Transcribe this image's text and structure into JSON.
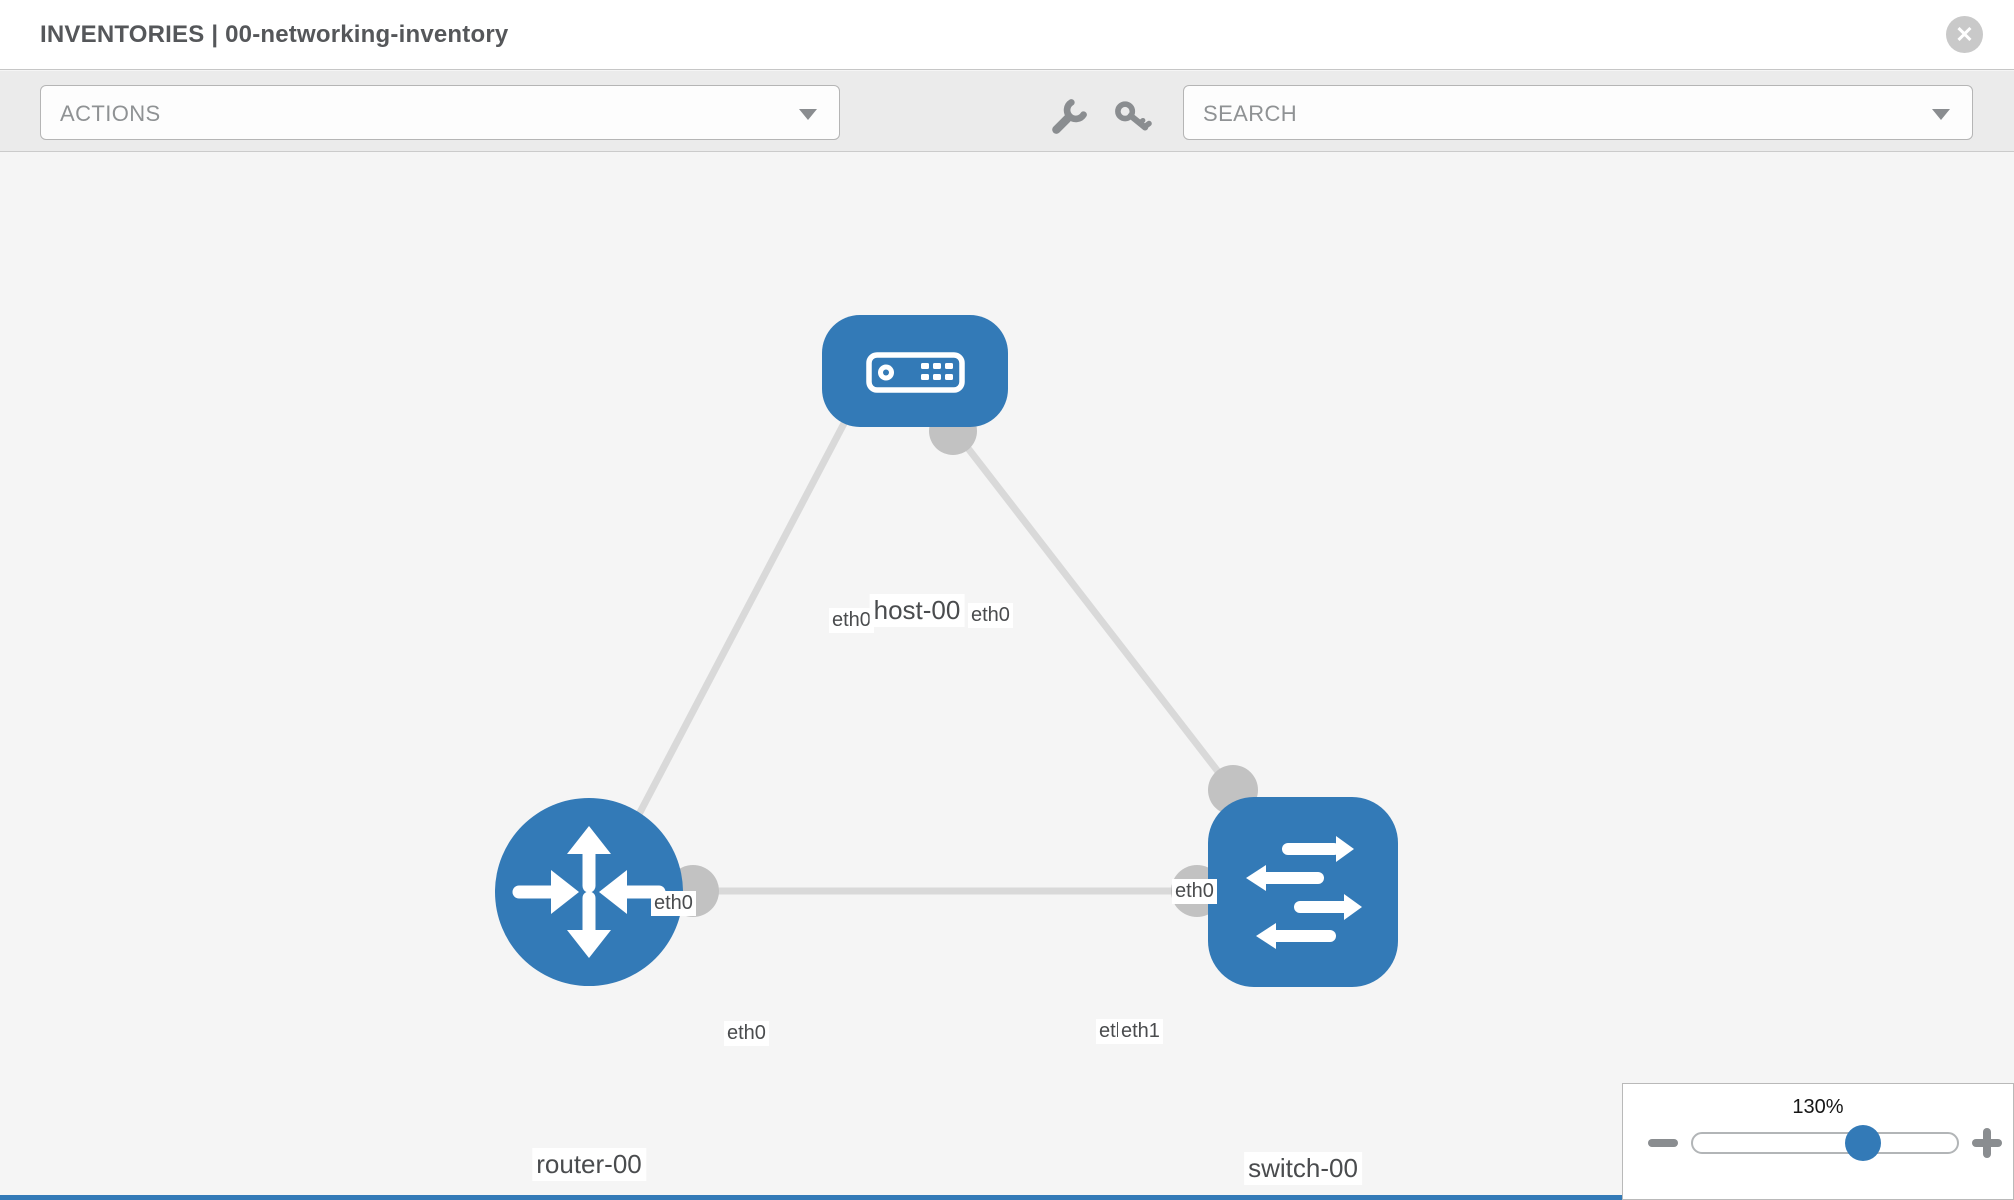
{
  "header": {
    "title": "INVENTORIES | 00-networking-inventory"
  },
  "toolbar": {
    "actions_label": "ACTIONS",
    "search_label": "SEARCH"
  },
  "icons": {
    "close_glyph": "✕"
  },
  "diagram": {
    "nodes": [
      {
        "id": "host-00",
        "type": "host",
        "label": "host-00"
      },
      {
        "id": "router-00",
        "type": "router",
        "label": "router-00"
      },
      {
        "id": "switch-00",
        "type": "switch",
        "label": "switch-00"
      }
    ],
    "edges": [
      {
        "from": "host-00",
        "to": "router-00",
        "from_interface": "eth0",
        "to_interface": "eth0"
      },
      {
        "from": "host-00",
        "to": "switch-00",
        "from_interface": "eth0",
        "to_interface": "eth0"
      },
      {
        "from": "router-00",
        "to": "switch-00",
        "from_interface": "eth0",
        "to_interface": "eth1"
      }
    ],
    "interface_labels": {
      "host_left": "eth0",
      "host_right": "eth0",
      "edge_host_router": "eth0",
      "edge_host_switch": "eth0",
      "router_switch_at_router": "eth0",
      "router_switch_at_switch_back": "eth0",
      "router_switch_at_switch_front": "eth1"
    }
  },
  "zoom_control": {
    "level": "130%"
  },
  "colors": {
    "node_blue": "#337ab7",
    "edge_gray": "#d9d9d9",
    "interface_gray": "#c2c2c2",
    "toolbar_gray": "#ebebeb",
    "accent_bar": "#337ab7"
  }
}
